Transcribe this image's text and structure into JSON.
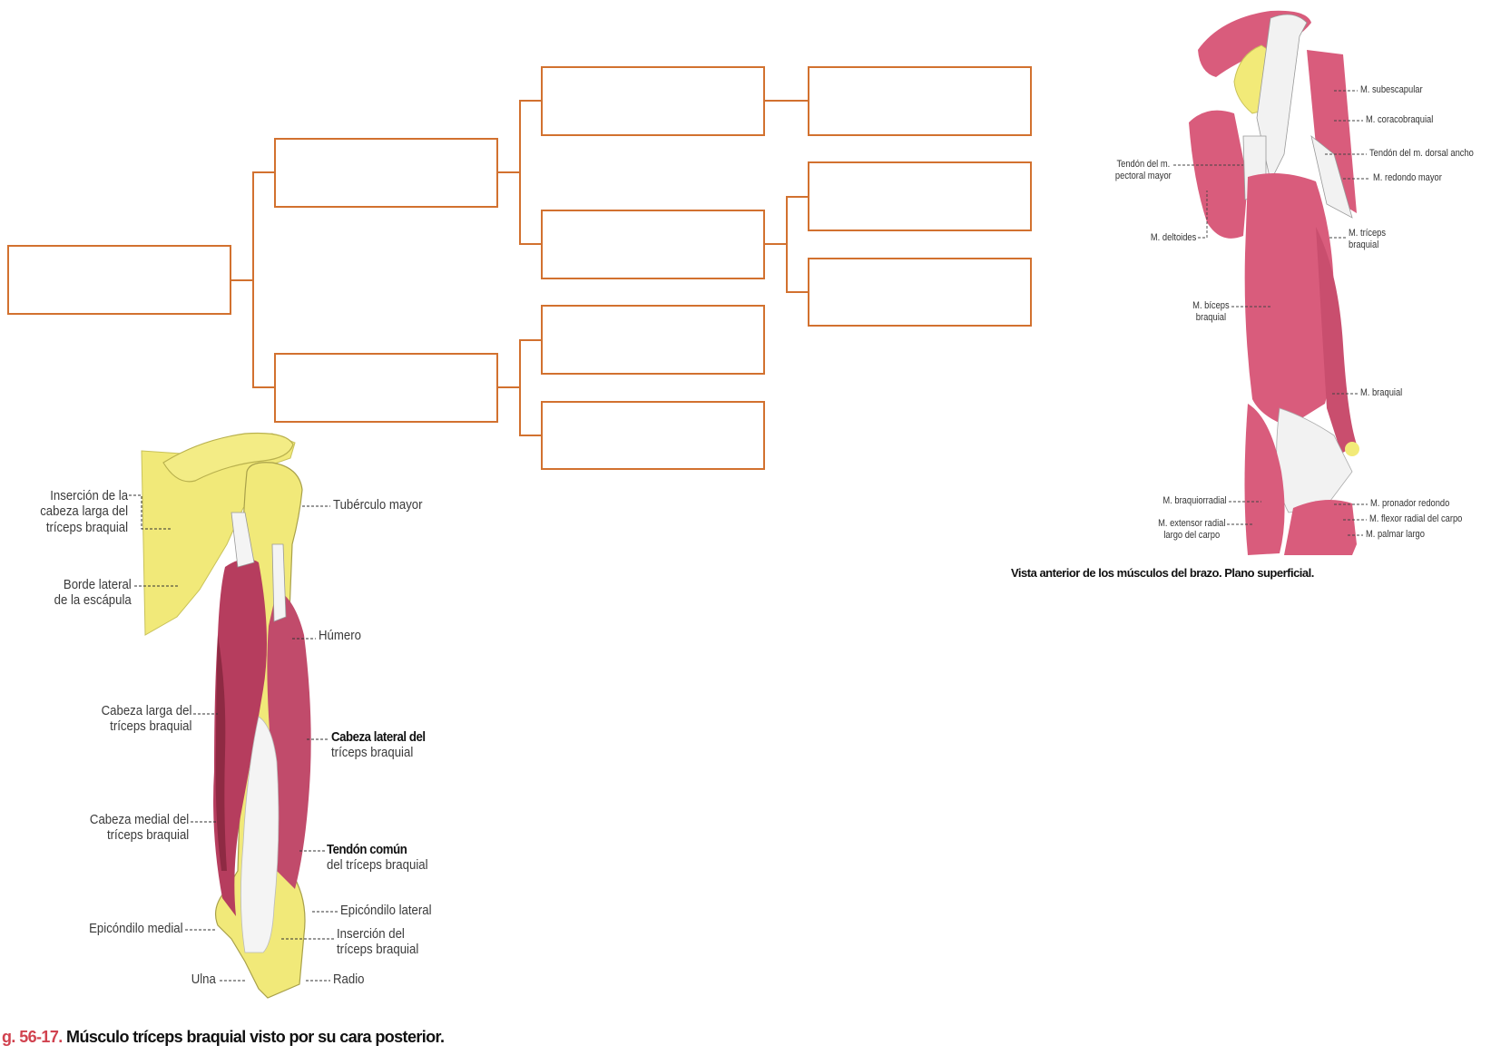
{
  "concept_map": {
    "box_color": "#D2712F",
    "levels": [
      {
        "level": 1,
        "boxes": [
          {
            "id": "root",
            "text": ""
          }
        ]
      },
      {
        "level": 2,
        "boxes": [
          {
            "id": "l2-a",
            "text": ""
          },
          {
            "id": "l2-b",
            "text": ""
          }
        ]
      },
      {
        "level": 3,
        "boxes": [
          {
            "id": "l3-a",
            "text": ""
          },
          {
            "id": "l3-b",
            "text": ""
          },
          {
            "id": "l3-c",
            "text": ""
          },
          {
            "id": "l3-d",
            "text": ""
          }
        ]
      },
      {
        "level": 4,
        "boxes": [
          {
            "id": "l4-a",
            "text": ""
          },
          {
            "id": "l4-b",
            "text": ""
          },
          {
            "id": "l4-c",
            "text": ""
          }
        ]
      }
    ]
  },
  "posterior_figure": {
    "labels": {
      "insercion_cabeza_larga": [
        "Inserción de la",
        "cabeza larga del",
        "tríceps braquial"
      ],
      "tuberculo_mayor": "Tubérculo mayor",
      "borde_lateral": [
        "Borde lateral",
        "de la escápula"
      ],
      "humero": "Húmero",
      "cabeza_larga": [
        "Cabeza larga del",
        "tríceps braquial"
      ],
      "cabeza_lateral": [
        "Cabeza lateral del",
        "tríceps braquial"
      ],
      "cabeza_medial": [
        "Cabeza medial del",
        "tríceps braquial"
      ],
      "tendon_comun": [
        "Tendón común",
        "del tríceps braquial"
      ],
      "epicondilo_lateral": "Epicóndilo lateral",
      "epicondilo_medial": "Epicóndilo medial",
      "insercion_triceps": [
        "Inserción del",
        "tríceps braquial"
      ],
      "ulna": "Ulna",
      "radio": "Radio"
    },
    "caption_number": "g. 56-17.",
    "caption_text": "Músculo tríceps braquial visto por su cara posterior.",
    "colors": {
      "bone": "#F1E979",
      "muscle": "#C9506E",
      "muscle_dark": "#7E2238",
      "tendon": "#F4F4F4",
      "caption_number": "#D1424F"
    }
  },
  "anterior_figure": {
    "labels": {
      "subescapular": "M. subescapular",
      "coracobraquial": "M. coracobraquial",
      "dorsal_ancho": "Tendón del m. dorsal ancho",
      "redondo_mayor": "M. redondo mayor",
      "pectoral_mayor": [
        "Tendón del m.",
        "pectoral mayor"
      ],
      "deltoides": "M. deltoides",
      "triceps": [
        "M. tríceps",
        "braquial"
      ],
      "biceps": [
        "M. bíceps",
        "braquial"
      ],
      "braquial": "M. braquial",
      "braquiorradial": "M. braquiorradial",
      "extensor_radial": [
        "M. extensor radial",
        "largo del carpo"
      ],
      "pronador_redondo": "M. pronador redondo",
      "flexor_radial": "M. flexor radial del carpo",
      "palmar_largo": "M. palmar largo"
    },
    "caption": "Vista anterior de los músculos del brazo. Plano superficial.",
    "colors": {
      "muscle": "#D95C7C",
      "bone": "#F2EA78",
      "tendon": "#F2F2F2"
    }
  }
}
